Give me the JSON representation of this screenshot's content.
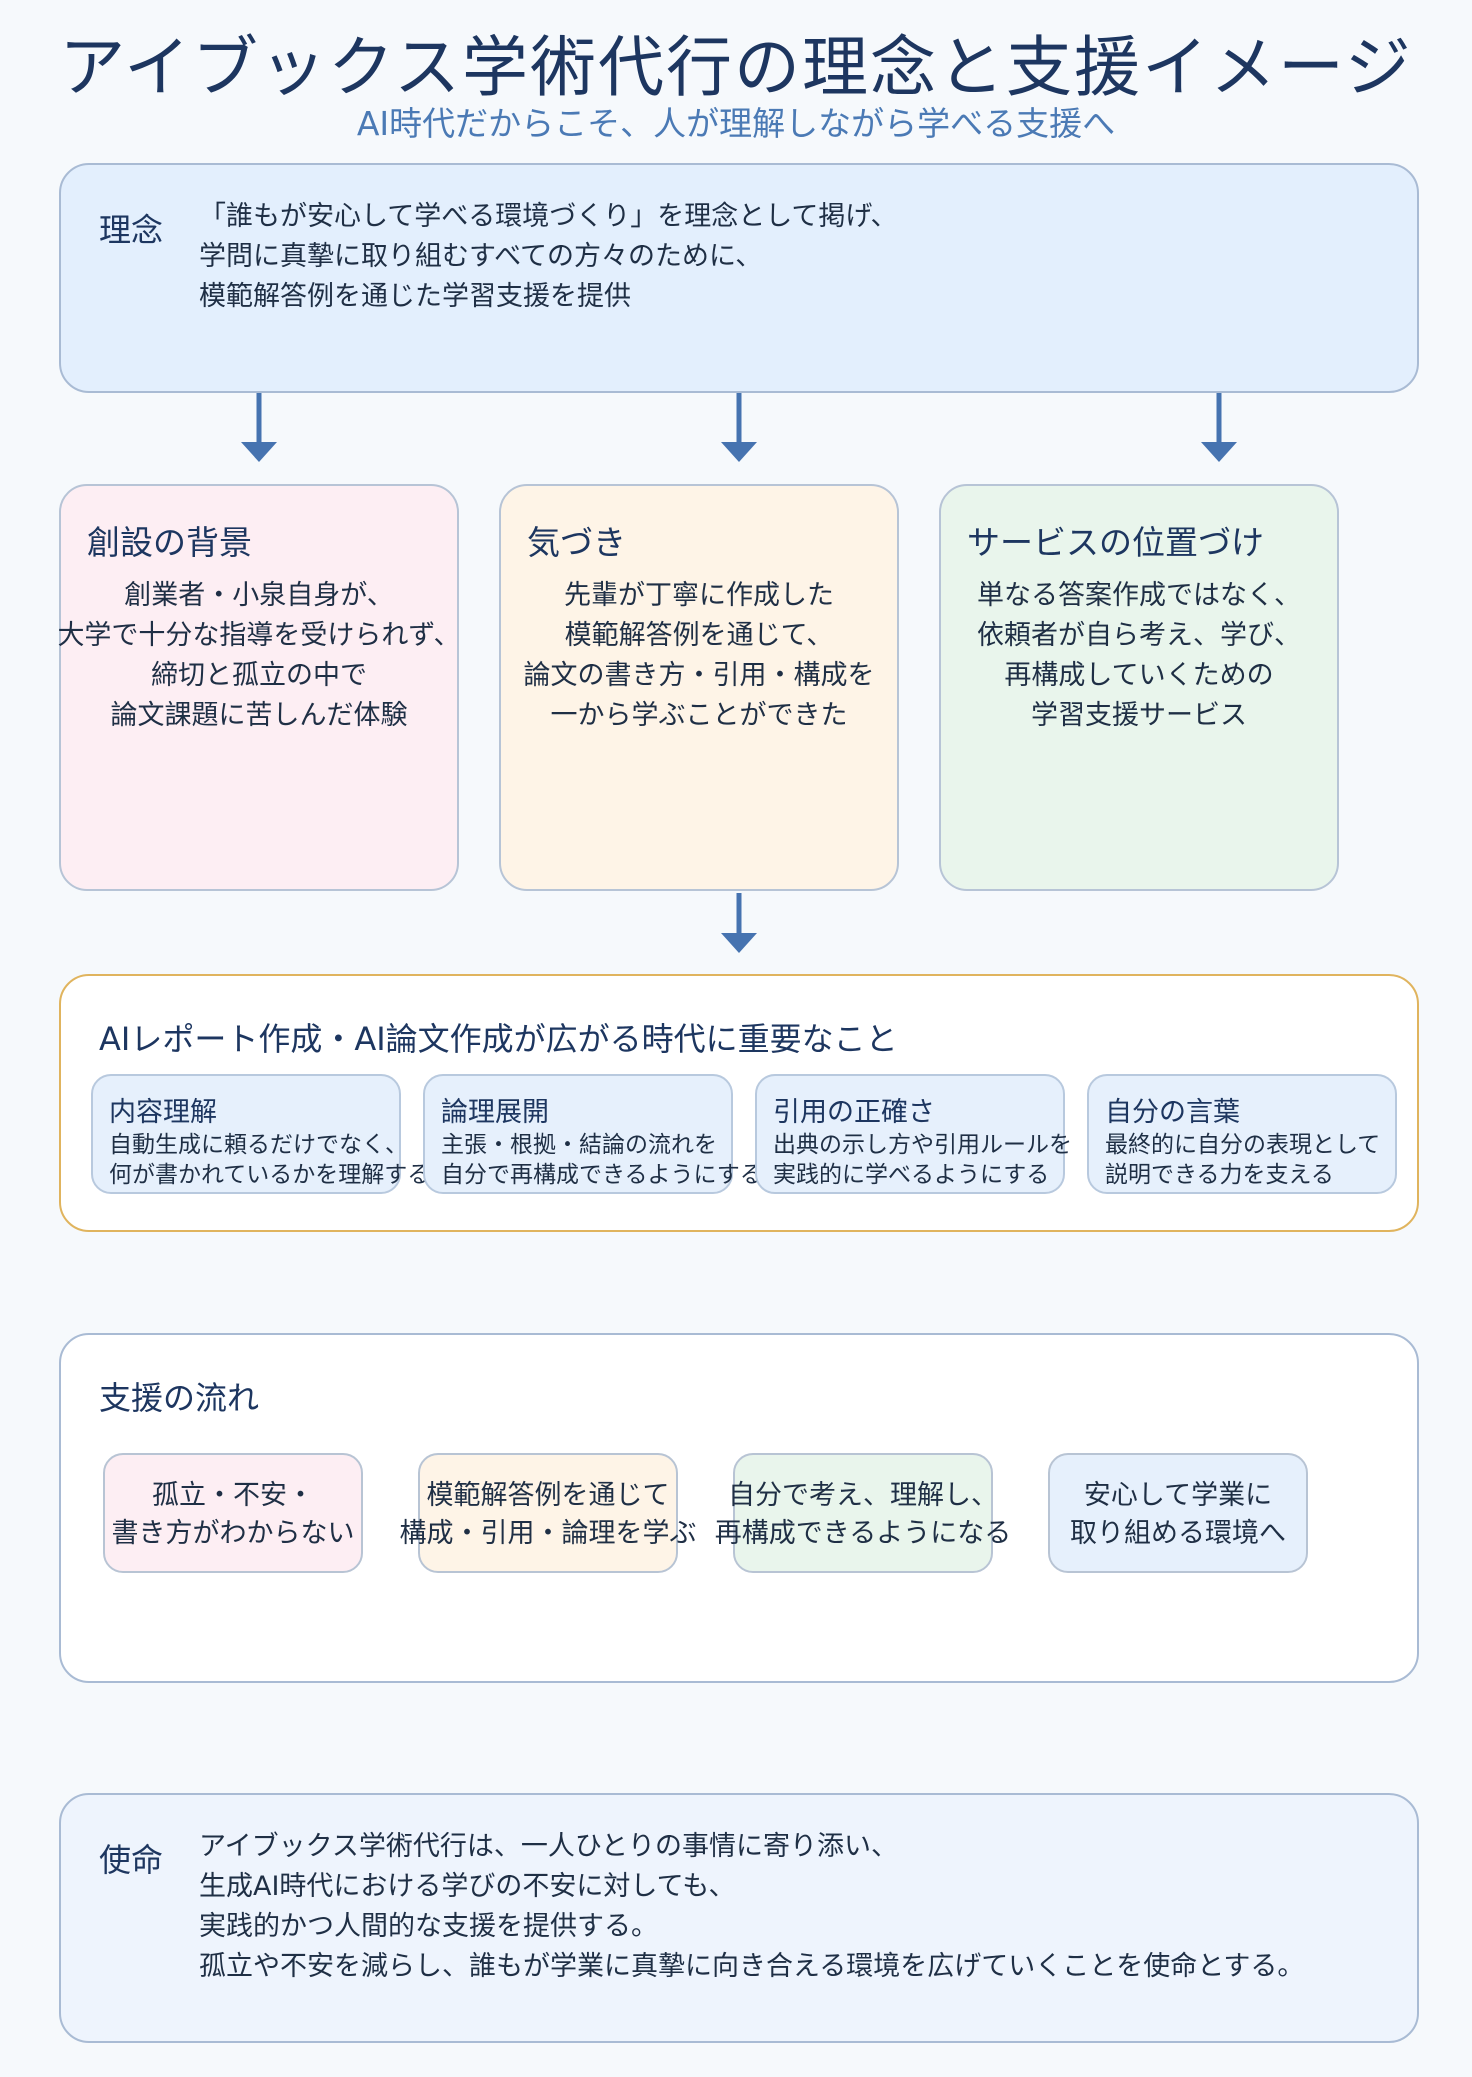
{
  "title": "アイブックス学術代行の理念と支援イメージ",
  "subtitle": "AI時代だからこそ、人が理解しながら学べる支援へ",
  "philosophy": {
    "label": "理念",
    "lines": [
      "「誰もが安心して学べる環境づくり」を理念として掲げ、",
      "学問に真摯に取り組むすべての方々のために、",
      "模範解答例を通じた学習支援を提供"
    ]
  },
  "cards": [
    {
      "title": "創設の背景",
      "lines": [
        "創業者・小泉自身が、",
        "大学で十分な指導を受けられず、",
        "締切と孤立の中で",
        "論文課題に苦しんだ体験"
      ],
      "color": "#fdeef3"
    },
    {
      "title": "気づき",
      "lines": [
        "先輩が丁寧に作成した",
        "模範解答例を通じて、",
        "論文の書き方・引用・構成を",
        "一から学ぶことができた"
      ],
      "color": "#fef4e7"
    },
    {
      "title": "サービスの位置づけ",
      "lines": [
        "単なる答案作成ではなく、",
        "依頼者が自ら考え、学び、",
        "再構成していくための",
        "学習支援サービス"
      ],
      "color": "#e9f5ec"
    }
  ],
  "importance": {
    "title": "AIレポート作成・AI論文作成が広がる時代に重要なこと",
    "border_color": "#e0b45e",
    "items": [
      {
        "title": "内容理解",
        "lines": [
          "自動生成に頼るだけでなく、",
          "何が書かれているかを理解する"
        ]
      },
      {
        "title": "論理展開",
        "lines": [
          "主張・根拠・結論の流れを",
          "自分で再構成できるようにする"
        ]
      },
      {
        "title": "引用の正確さ",
        "lines": [
          "出典の示し方や引用ルールを",
          "実践的に学べるようにする"
        ]
      },
      {
        "title": "自分の言葉",
        "lines": [
          "最終的に自分の表現として",
          "説明できる力を支える"
        ]
      }
    ]
  },
  "flow": {
    "title": "支援の流れ",
    "steps": [
      {
        "lines": [
          "孤立・不安・",
          "書き方がわからない"
        ],
        "color": "#fdeef3"
      },
      {
        "lines": [
          "模範解答例を通じて",
          "構成・引用・論理を学ぶ"
        ],
        "color": "#fef4e7"
      },
      {
        "lines": [
          "自分で考え、理解し、",
          "再構成できるようになる"
        ],
        "color": "#e9f5ec"
      },
      {
        "lines": [
          "安心して学業に",
          "取り組める環境へ"
        ],
        "color": "#e6f0fc"
      }
    ]
  },
  "mission": {
    "label": "使命",
    "lines": [
      "アイブックス学術代行は、一人ひとりの事情に寄り添い、",
      "生成AI時代における学びの不安に対しても、",
      "実践的かつ人間的な支援を提供する。",
      "孤立や不安を減らし、誰もが学業に真摯に向き合える環境を広げていくことを使命とする。"
    ]
  },
  "colors": {
    "accent": "#4673b0",
    "panel_blue": "#e3effd",
    "panel_white": "#ffffff",
    "mission_bg": "#eef4fd"
  }
}
